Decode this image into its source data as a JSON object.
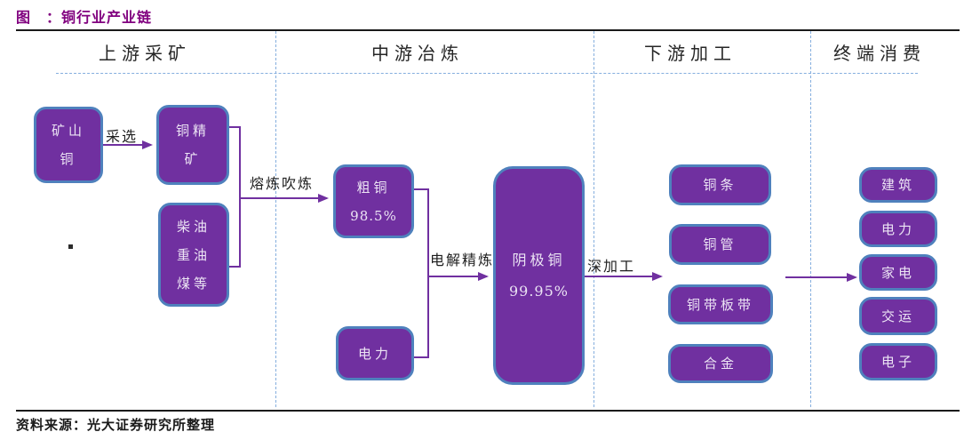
{
  "title": "图　：铜行业产业链",
  "source": "资料来源：光大证券研究所整理",
  "sections": {
    "upstream": "上游采矿",
    "midstream": "中游冶炼",
    "downstream": "下游加工",
    "terminal": "终端消费"
  },
  "edges": {
    "mining": "采选",
    "smelting": "熔炼吹炼",
    "refining": "电解精炼",
    "processing": "深加工"
  },
  "nodes": {
    "mine_copper": [
      "矿山",
      "铜"
    ],
    "copper_concentrate": [
      "铜精",
      "矿"
    ],
    "fuel": [
      "柴油",
      "重油",
      "煤等"
    ],
    "blister_copper": {
      "name": "粗铜",
      "purity": "98.5%"
    },
    "electricity_input": "电力",
    "cathode_copper": {
      "name": "阴极铜",
      "purity": "99.95%"
    }
  },
  "downstream_products": [
    "铜条",
    "铜管",
    "铜带板带",
    "合金"
  ],
  "terminal_markets": [
    "建筑",
    "电力",
    "家电",
    "交运",
    "电子"
  ],
  "colors": {
    "box_fill": "#7030a0",
    "box_border": "#4f81bd",
    "arrow": "#7030a0",
    "title_text": "#80007f",
    "divider": "#85aede"
  }
}
